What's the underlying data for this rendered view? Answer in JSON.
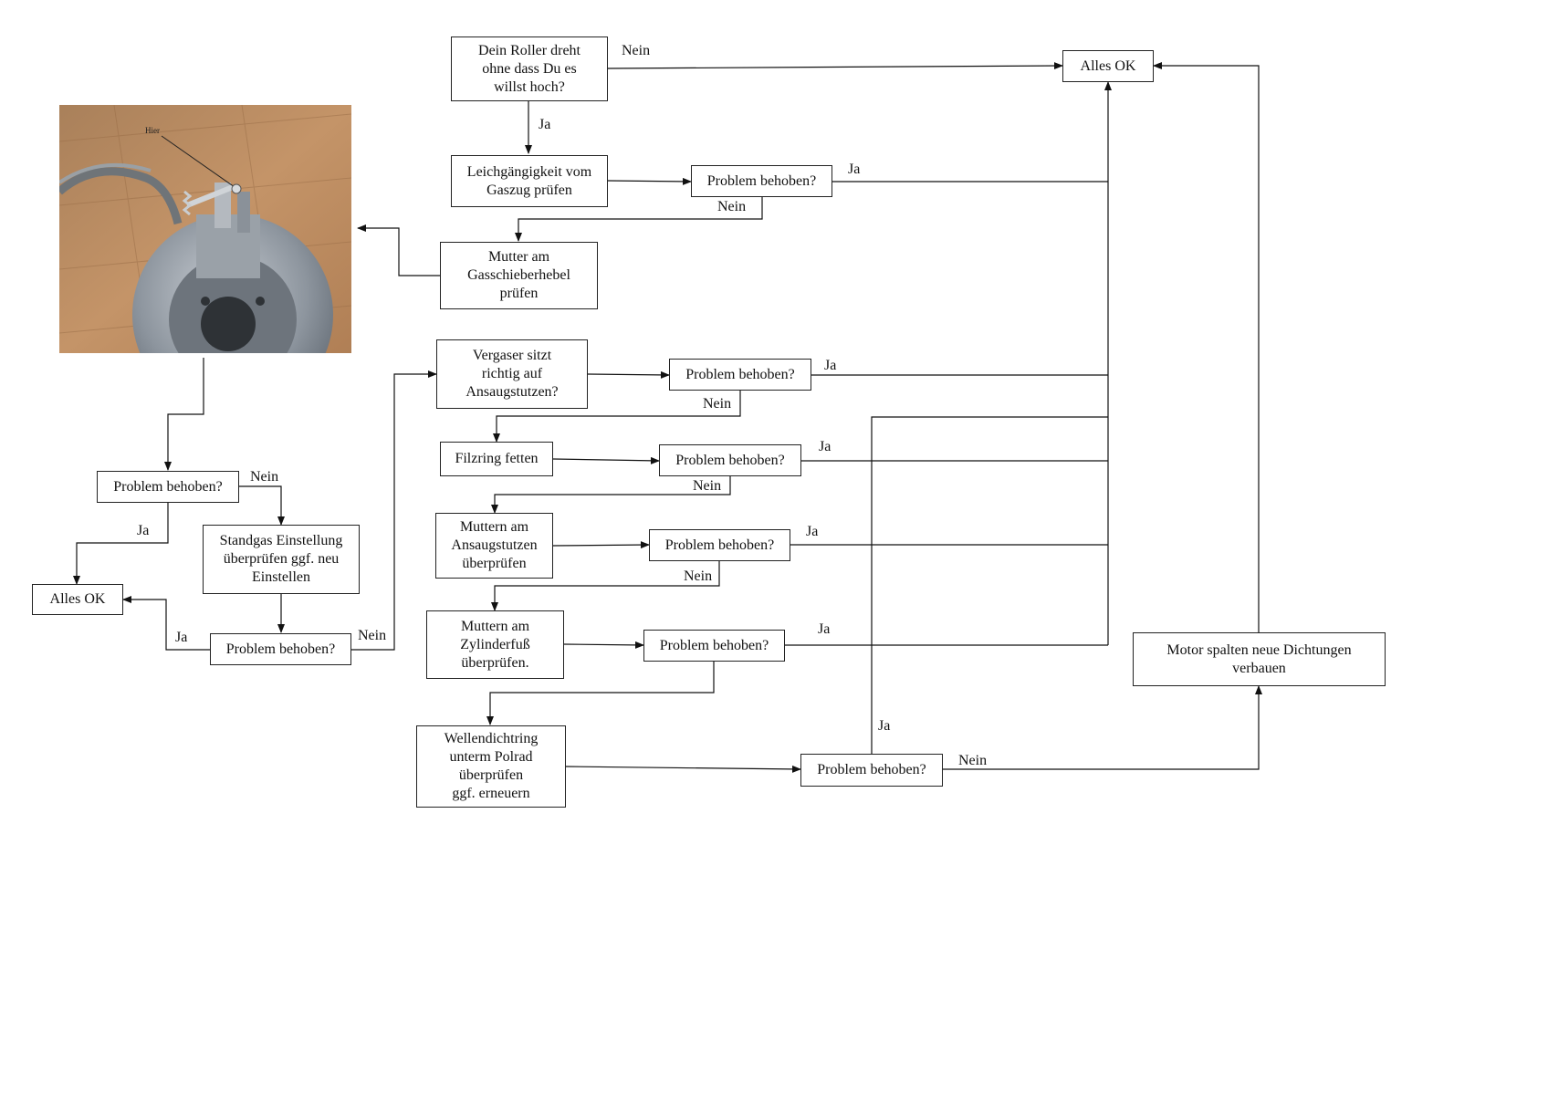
{
  "flowchart": {
    "start": "Dein Roller dreht\nohne dass Du es\nwillst hoch?",
    "alles_ok": "Alles OK",
    "gaszug": "Leichgängigkeit vom\nGaszug prüfen",
    "mutter_gasschieber": "Mutter am\nGasschieberhebel\nprüfen",
    "photo_label": "Hier",
    "standgas": "Standgas Einstellung\nüberprüfen ggf. neu\nEinstellen",
    "vergaser": "Vergaser sitzt\nrichtig auf\nAnsaugstutzen?",
    "filzring": "Filzring fetten",
    "muttern_ansaug": "Muttern am\nAnsaugstutzen\nüberprüfen",
    "muttern_zylinder": "Muttern am\nZylinderfuß\nüberprüfen.",
    "wellendichtring": "Wellendichtring\nunterm Polrad\nüberprüfen\nggf. erneuern",
    "motor": "Motor spalten neue Dichtungen\nverbauen",
    "problem_behoben": "Problem behoben?",
    "ja": "Ja",
    "nein": "Nein"
  }
}
